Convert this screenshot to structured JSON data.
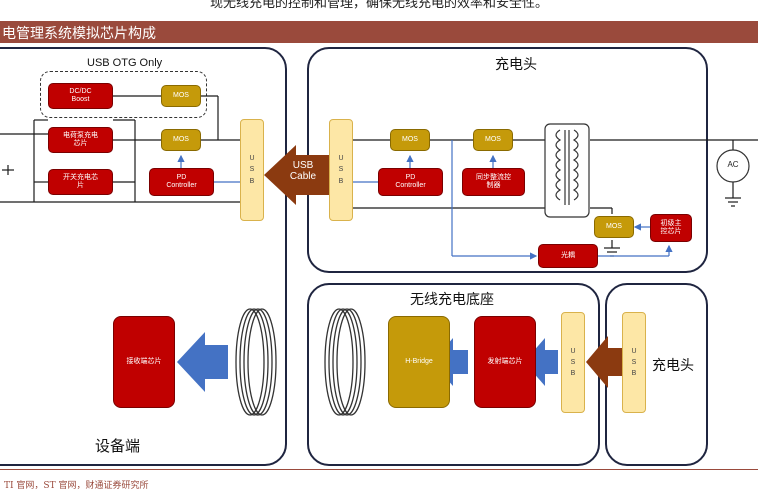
{
  "header": {
    "top_text": "现无线充电的控制和管理，确保无线充电的效率和安全性。",
    "banner_title": "电管理系统模拟芯片构成"
  },
  "device_panel": {
    "label": "设备端",
    "otg_label": "USB OTG Only",
    "dcdc_boost": "DC/DC\nBoost",
    "mos_top": "MOS",
    "mos_mid": "MOS",
    "charge_pump": "电荷泵充电\n芯片",
    "switch_charger": "开关充电芯\n片",
    "pd_controller": "PD\nController",
    "usb_port": "U\nS\nB",
    "rx_chip": "接收端芯片"
  },
  "cable": {
    "label": "USB\nCable"
  },
  "charger_panel": {
    "label": "充电头",
    "usb_port": "U\nS\nB",
    "mos_left": "MOS",
    "mos_mid": "MOS",
    "mos_bottom": "MOS",
    "pd_controller": "PD\nController",
    "sync_rectifier": "同步整流控\n制器",
    "primary_controller": "初级主\n控芯片",
    "optocoupler": "光耦",
    "ac_label": "AC"
  },
  "wireless_base_panel": {
    "label": "无线充电底座",
    "hbridge": "H-Bridge",
    "tx_chip": "发射端芯片",
    "usb_port": "U\nS\nB"
  },
  "right_charger_panel": {
    "label": "充电头",
    "usb_port": "U\nS\nB"
  },
  "footer": {
    "source": "TI 官网，ST 官网，财通证券研究所"
  },
  "colors": {
    "banner": "#9a4a3c",
    "chip_red": "#c00000",
    "chip_gold": "#c59a0a",
    "usb_fill": "#fde7a6",
    "arrow_blue": "#4472c4",
    "arrow_brown": "#8b3a10",
    "panel_border": "#1f2540"
  }
}
